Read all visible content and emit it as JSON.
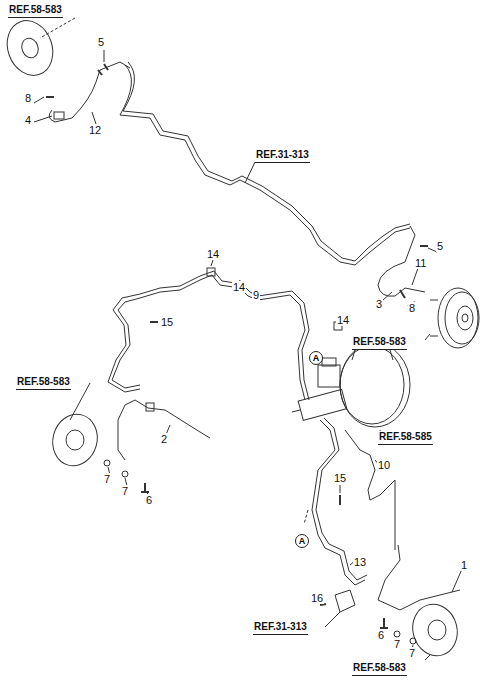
{
  "diagram": {
    "nodes": [
      {
        "text": [
          "A"
        ]
      },
      {
        "text": [
          "A"
        ]
      }
    ],
    "labels": [
      "REF.58-583",
      "5",
      "8",
      "4",
      "12",
      "REF.31-313",
      "5",
      "11",
      "3",
      "8",
      "REF.58-583",
      "14",
      "14",
      "9",
      "14",
      "15",
      "REF.58-583",
      "2",
      "7",
      "7",
      "6",
      "REF.58-585",
      "10",
      "15",
      "13",
      "1",
      "16",
      "REF.31-313",
      "6",
      "7",
      "7",
      "REF.58-583"
    ]
  }
}
